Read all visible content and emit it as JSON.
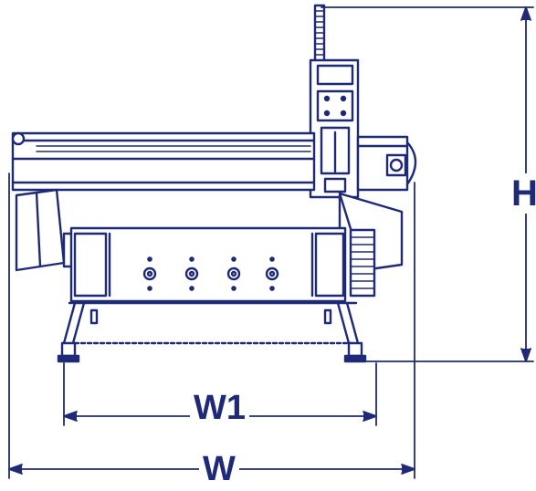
{
  "colors": {
    "ink": "#1e2a78",
    "paper": "#ffffff"
  },
  "dimensions": {
    "width_overall": "W",
    "width_base": "W1",
    "height": "H"
  }
}
